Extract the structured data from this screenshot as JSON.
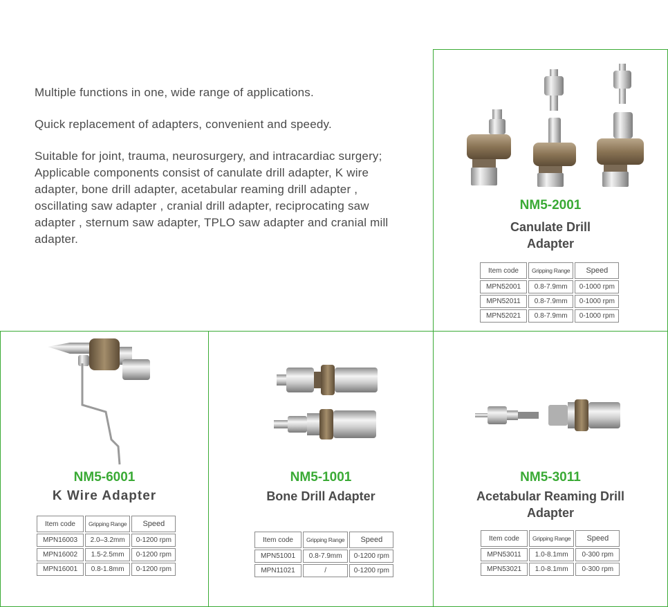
{
  "intro": [
    "Multiple functions in one, wide range of applications.",
    "Quick replacement of adapters, convenient and speedy.",
    "Suitable for joint, trauma, neurosurgery, and intracardiac surgery; Applicable components consist of canulate drill adapter, K wire adapter, bone drill adapter, acetabular reaming drill adapter , oscillating saw adapter , cranial drill adapter, reciprocating saw adapter , sternum saw adapter, TPLO saw adapter and cranial mill adapter."
  ],
  "table_headers": {
    "item": "Item code",
    "grip": "Gripping Range",
    "speed": "Speed"
  },
  "products": [
    {
      "model": "NM5-2001",
      "name_lines": [
        "Canulate Drill",
        "Adapter"
      ],
      "rows": [
        [
          "MPN52001",
          "0.8-7.9mm",
          "0-1000 rpm"
        ],
        [
          "MPN52011",
          "0.8-7.9mm",
          "0-1000 rpm"
        ],
        [
          "MPN52021",
          "0.8-7.9mm",
          "0-1000 rpm"
        ]
      ]
    },
    {
      "model": "NM5-6001",
      "name_lines": [
        "K Wire Adapter"
      ],
      "rows": [
        [
          "MPN16003",
          "2.0–3.2mm",
          "0-1200 rpm"
        ],
        [
          "MPN16002",
          "1.5-2.5mm",
          "0-1200 rpm"
        ],
        [
          "MPN16001",
          "0.8-1.8mm",
          "0-1200 rpm"
        ]
      ]
    },
    {
      "model": "NM5-1001",
      "name_lines": [
        "Bone Drill Adapter"
      ],
      "rows": [
        [
          "MPN51001",
          "0.8-7.9mm",
          "0-1200 rpm"
        ],
        [
          "MPN11021",
          "/",
          "0-1200 rpm"
        ]
      ]
    },
    {
      "model": "NM5-3011",
      "name_lines": [
        "Acetabular Reaming Drill",
        "Adapter"
      ],
      "rows": [
        [
          "MPN53011",
          "1.0-8.1mm",
          "0-300 rpm"
        ],
        [
          "MPN53021",
          "1.0-8.1mm",
          "0-300 rpm"
        ]
      ]
    }
  ],
  "colors": {
    "accent": "#3aaa35",
    "border": "#3aaa35",
    "text": "#4a4a4a"
  }
}
